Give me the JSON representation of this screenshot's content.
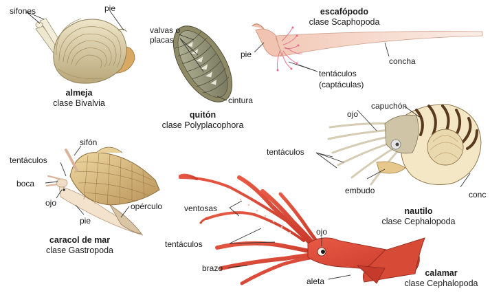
{
  "organisms": {
    "almeja": {
      "name": "almeja",
      "class": "clase Bivalvia",
      "labels": {
        "sifones": "sifones",
        "pie": "pie"
      }
    },
    "quiton": {
      "name": "quitón",
      "class": "clase Polyplacophora",
      "labels": {
        "valvas": "valvas o placas",
        "cintura": "cintura"
      }
    },
    "escafopodo": {
      "name": "escafópodo",
      "class": "clase Scaphopoda",
      "labels": {
        "pie": "pie",
        "concha": "concha",
        "tentaculos": "tentáculos",
        "captaculas": "(captáculas)"
      }
    },
    "nautilo": {
      "name": "nautilo",
      "class": "clase  Cephalopoda",
      "labels": {
        "ojo": "ojo",
        "capuchon": "capuchón",
        "tentaculos": "tentáculos",
        "embudo": "embudo",
        "concha": "conc"
      }
    },
    "caracol": {
      "name": "caracol de mar",
      "class": "clase Gastropoda",
      "labels": {
        "sifon": "sifón",
        "tentaculos": "tentáculos",
        "boca": "boca",
        "ojo": "ojo",
        "pie": "pie",
        "operculo": "opérculo"
      }
    },
    "calamar": {
      "name": "calamar",
      "class": "clase Cephalopoda",
      "labels": {
        "ventosas": "ventosas",
        "tentaculos": "tentáculos",
        "brazo": "brazo",
        "ojo": "ojo",
        "aleta": "aleta"
      }
    }
  }
}
